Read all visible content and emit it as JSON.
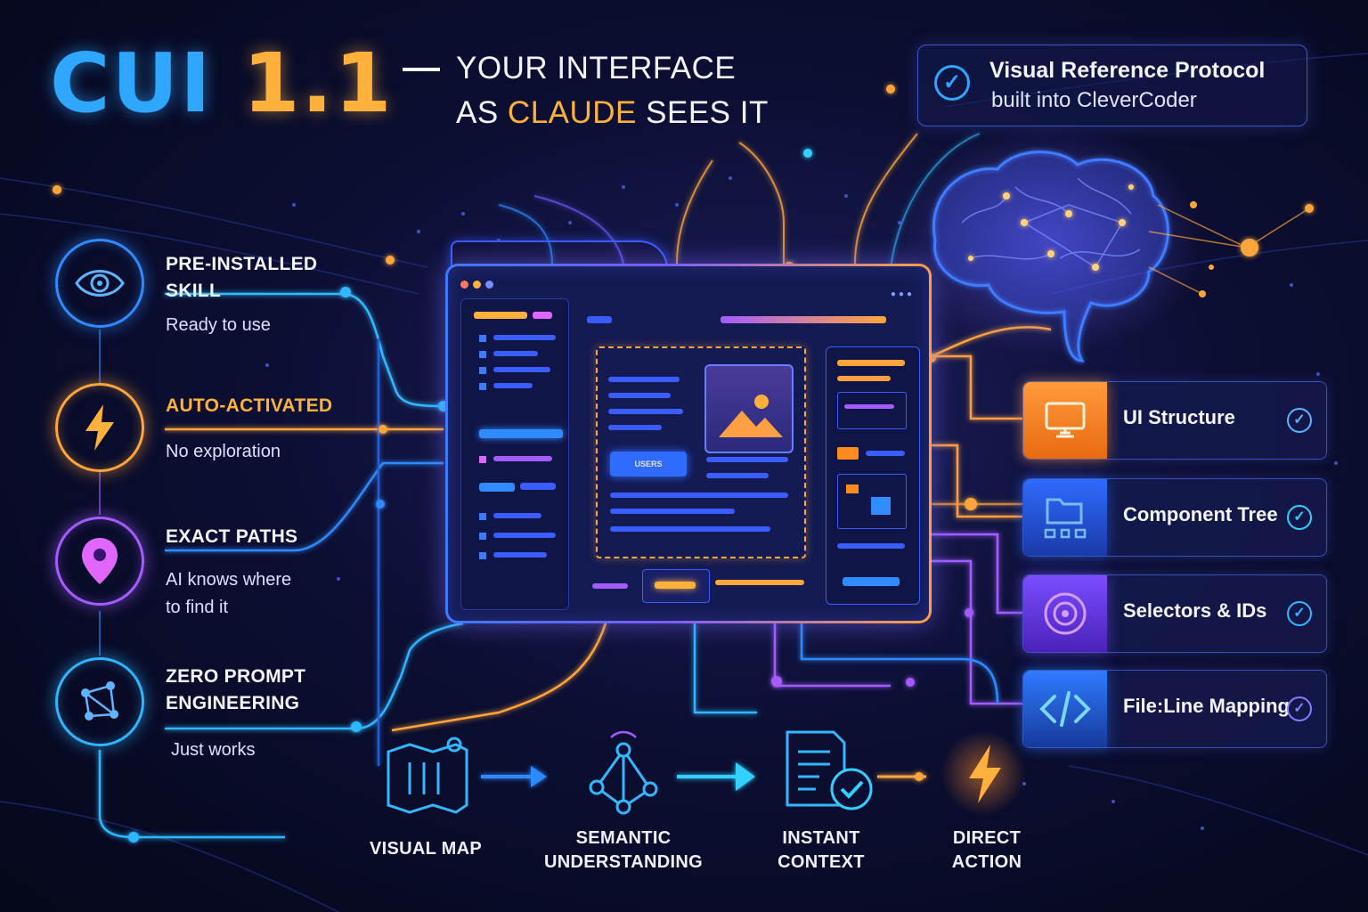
{
  "title": {
    "brand": "CUI",
    "version": "1.1",
    "line1": "YOUR INTERFACE",
    "line2_pre": "AS ",
    "line2_hl": "CLAUDE",
    "line2_post": " SEES IT"
  },
  "protocol": {
    "line1": "Visual Reference Protocol",
    "line2": "built into CleverCoder"
  },
  "features": [
    {
      "title1": "PRE-INSTALLED",
      "title2": "SKILL",
      "desc1": "Ready to use",
      "desc2": "",
      "icon": "eye-icon",
      "color": "#2f8bff"
    },
    {
      "title1": "AUTO-ACTIVATED",
      "title2": "",
      "desc1": "No exploration",
      "desc2": "",
      "icon": "lightning-icon",
      "color": "#ffa53b"
    },
    {
      "title1": "EXACT PATHS",
      "title2": "",
      "desc1": "AI knows where",
      "desc2": "to find it",
      "icon": "location-pin-icon",
      "color": "#a45cff"
    },
    {
      "title1": "ZERO PROMPT",
      "title2": "ENGINEERING",
      "desc1": "Just works",
      "desc2": "",
      "icon": "network-icon",
      "color": "#2fb6ff"
    }
  ],
  "panels": [
    {
      "label": "UI Structure",
      "icon": "monitor-icon",
      "color": "#ff8a1f"
    },
    {
      "label": "Component Tree",
      "icon": "folder-tree-icon",
      "color": "#2f7bff"
    },
    {
      "label": "Selectors & IDs",
      "icon": "target-icon",
      "color": "#7a4dff"
    },
    {
      "label": "File:Line Mapping",
      "icon": "code-icon",
      "color": "#2f8bff"
    }
  ],
  "steps": [
    {
      "l1": "VISUAL MAP",
      "l2": "",
      "icon": "map-icon"
    },
    {
      "l1": "SEMANTIC",
      "l2": "UNDERSTANDING",
      "icon": "network-icon"
    },
    {
      "l1": "INSTANT",
      "l2": "CONTEXT",
      "icon": "document-check-icon"
    },
    {
      "l1": "DIRECT",
      "l2": "ACTION",
      "icon": "lightning-icon"
    }
  ],
  "window": {
    "button_text": "USERS"
  },
  "colors": {
    "blue": "#2fa6ff",
    "orange": "#ffb13b",
    "purple": "#a45cff",
    "navy": "#0c0f33"
  }
}
